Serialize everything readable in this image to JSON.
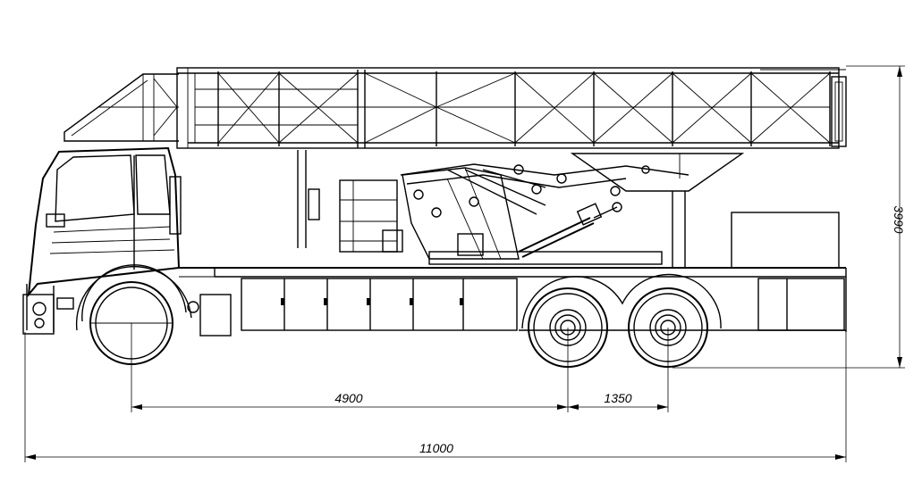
{
  "dimensions": {
    "wheelbase_front": "4900",
    "wheelbase_rear": "1350",
    "overall_length": "11000",
    "overall_height": "3990"
  }
}
